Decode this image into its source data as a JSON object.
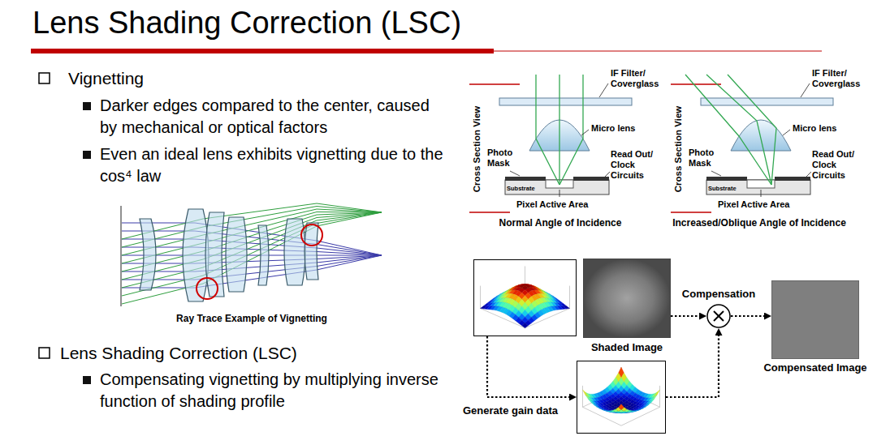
{
  "diagram": {
    "title": "Lens Shading Correction (LSC)",
    "nodes": [
      {
        "text": []
      },
      {
        "text": [
          "Shaded Image"
        ]
      },
      {
        "text": [
          "Compensation"
        ]
      },
      {
        "text": [
          "Compensated Image"
        ]
      },
      {
        "text": []
      }
    ],
    "edges": [
      {
        "from": 1,
        "to": 2,
        "arrow": "to"
      },
      {
        "from": 0,
        "to": 4,
        "arrow": "to",
        "label": "Generate gain data"
      },
      {
        "from": 4,
        "to": 2,
        "arrow": "to"
      },
      {
        "from": 2,
        "to": 3,
        "arrow": "to"
      }
    ],
    "labels": [
      "Vignetting",
      "Darker edges compared to the center, caused by mechanical or optical factors",
      "Even an ideal lens exhibits vignetting due to the cos⁴ law",
      "Ray Trace Example of Vignetting",
      "Lens Shading Correction (LSC)",
      "Compensating vignetting by multiplying inverse function of shading profile",
      "IF Filter/ Coverglass",
      "Cross Section View",
      "Micro lens",
      "Photo Mask",
      "Read Out/ Clock Circuits",
      "Substrate",
      "Pixel Active Area",
      "Normal Angle of Incidence",
      "IF Filter/ Coverglass",
      "Cross Section View",
      "Micro lens",
      "Photo Mask",
      "Read Out/ Clock Circuits",
      "Substrate",
      "Pixel Active Area",
      "Increased/Oblique Angle of Incidence"
    ]
  }
}
